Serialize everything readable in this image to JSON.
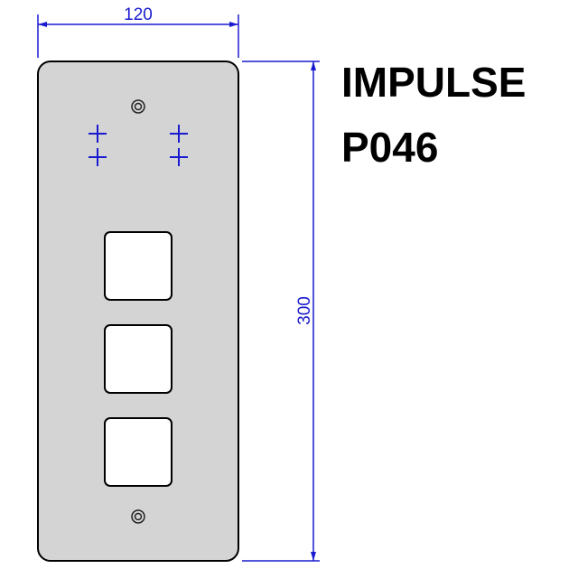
{
  "drawing": {
    "plate": {
      "fill": "#d4d4d4",
      "outline": "#000000",
      "key_openings": 3,
      "mounting_holes": 2,
      "alignment_crosses": 4
    },
    "dimensions": {
      "width": "120",
      "height": "300",
      "color": "#1a1ad0"
    },
    "title": {
      "line1": "IMPULSE",
      "line2": "P046"
    },
    "marks_color": "#1a1ad0"
  }
}
